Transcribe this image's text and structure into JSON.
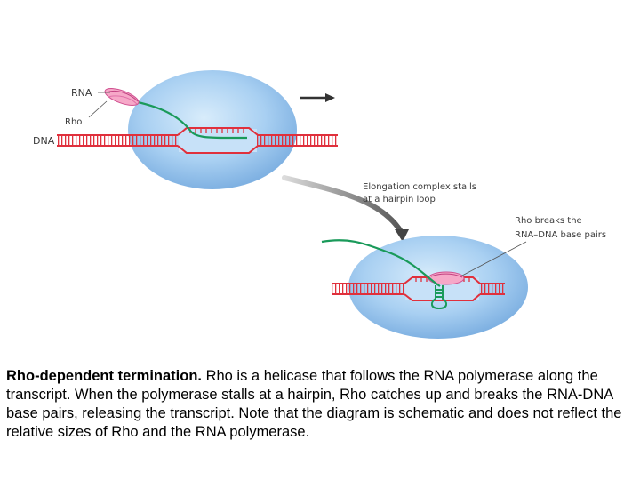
{
  "labels": {
    "rna": "RNA",
    "rho": "Rho",
    "dna": "DNA",
    "stall_line1": "Elongation complex stalls",
    "stall_line2": "at a hairpin loop",
    "rho_breaks_line1": "Rho breaks the",
    "rho_breaks_line2": "RNA–DNA base pairs"
  },
  "caption": {
    "title": "Rho-dependent termination.",
    "text": " Rho is a helicase that follows the RNA polymerase along the transcript. When the polymerase stalls at a hairpin, Rho catches up and breaks the RNA-DNA base pairs, releasing the transcript. Note that the diagram is schematic and does not reflect the relative sizes of Rho and the RNA polymerase."
  },
  "colors": {
    "polymerase": "#8fbde8",
    "dna": "#e0303c",
    "rna": "#1a9a5a",
    "rho": "#f080b0",
    "arrow": "#444444"
  }
}
